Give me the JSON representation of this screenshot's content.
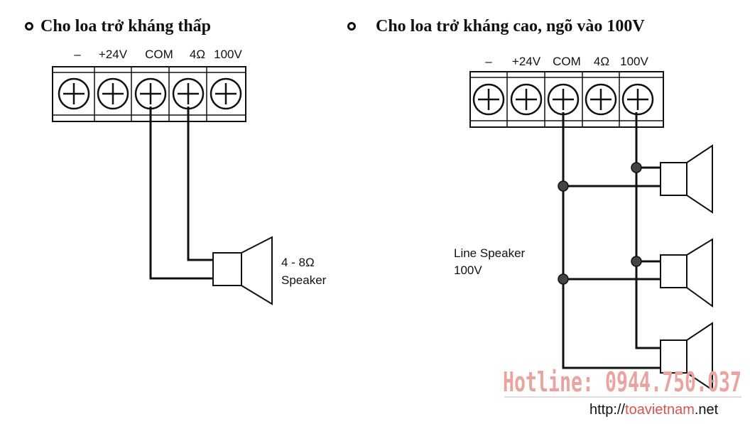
{
  "titles": {
    "left": "Cho loa trở kháng thấp",
    "right": "Cho loa trở kháng cao, ngõ vào 100V"
  },
  "terminals": {
    "labels": [
      "–",
      "+24V",
      "COM",
      "4Ω",
      "100V"
    ]
  },
  "left_speaker": {
    "line1": "4 - 8Ω",
    "line2": "Speaker"
  },
  "right_speakers": {
    "line1": "Line Speaker",
    "line2": "100V"
  },
  "footer": {
    "hotline": "Hotline: 0944.750.037",
    "url_prefix": "http://",
    "url_brand": "toavietnam",
    "url_suffix": ".net"
  },
  "colors": {
    "hotline": "#e9a4a0",
    "brand": "#d9534f"
  },
  "icons": {
    "bullet": "bullet-dot-icon",
    "terminal": "terminal-screw-icon",
    "speaker": "speaker-icon",
    "junction": "junction-dot-icon"
  }
}
